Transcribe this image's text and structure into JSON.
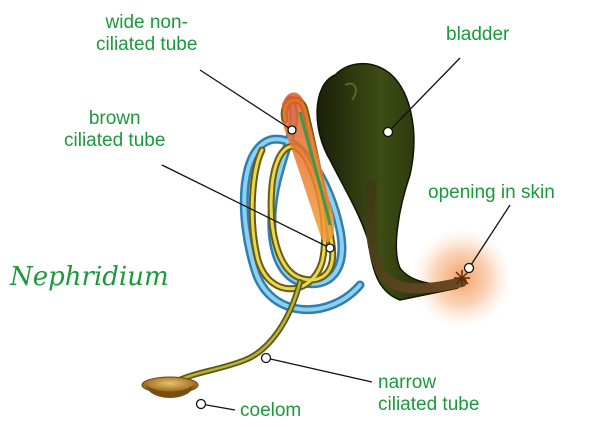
{
  "diagram": {
    "title": "Nephridium",
    "labels": {
      "wide_tube": "wide non-\nciliated tube",
      "bladder": "bladder",
      "brown_tube": "brown\nciliated tube",
      "opening": "opening in skin",
      "narrow_tube": "narrow\nciliated tube",
      "coelom": "coelom"
    },
    "colors": {
      "label_text": "#1a9a3a",
      "bladder": "#2a3a10",
      "blue_tube": "#4aa8d8",
      "yellow_tube": "#c8c030",
      "skin_glow": "#f5b98a"
    }
  }
}
